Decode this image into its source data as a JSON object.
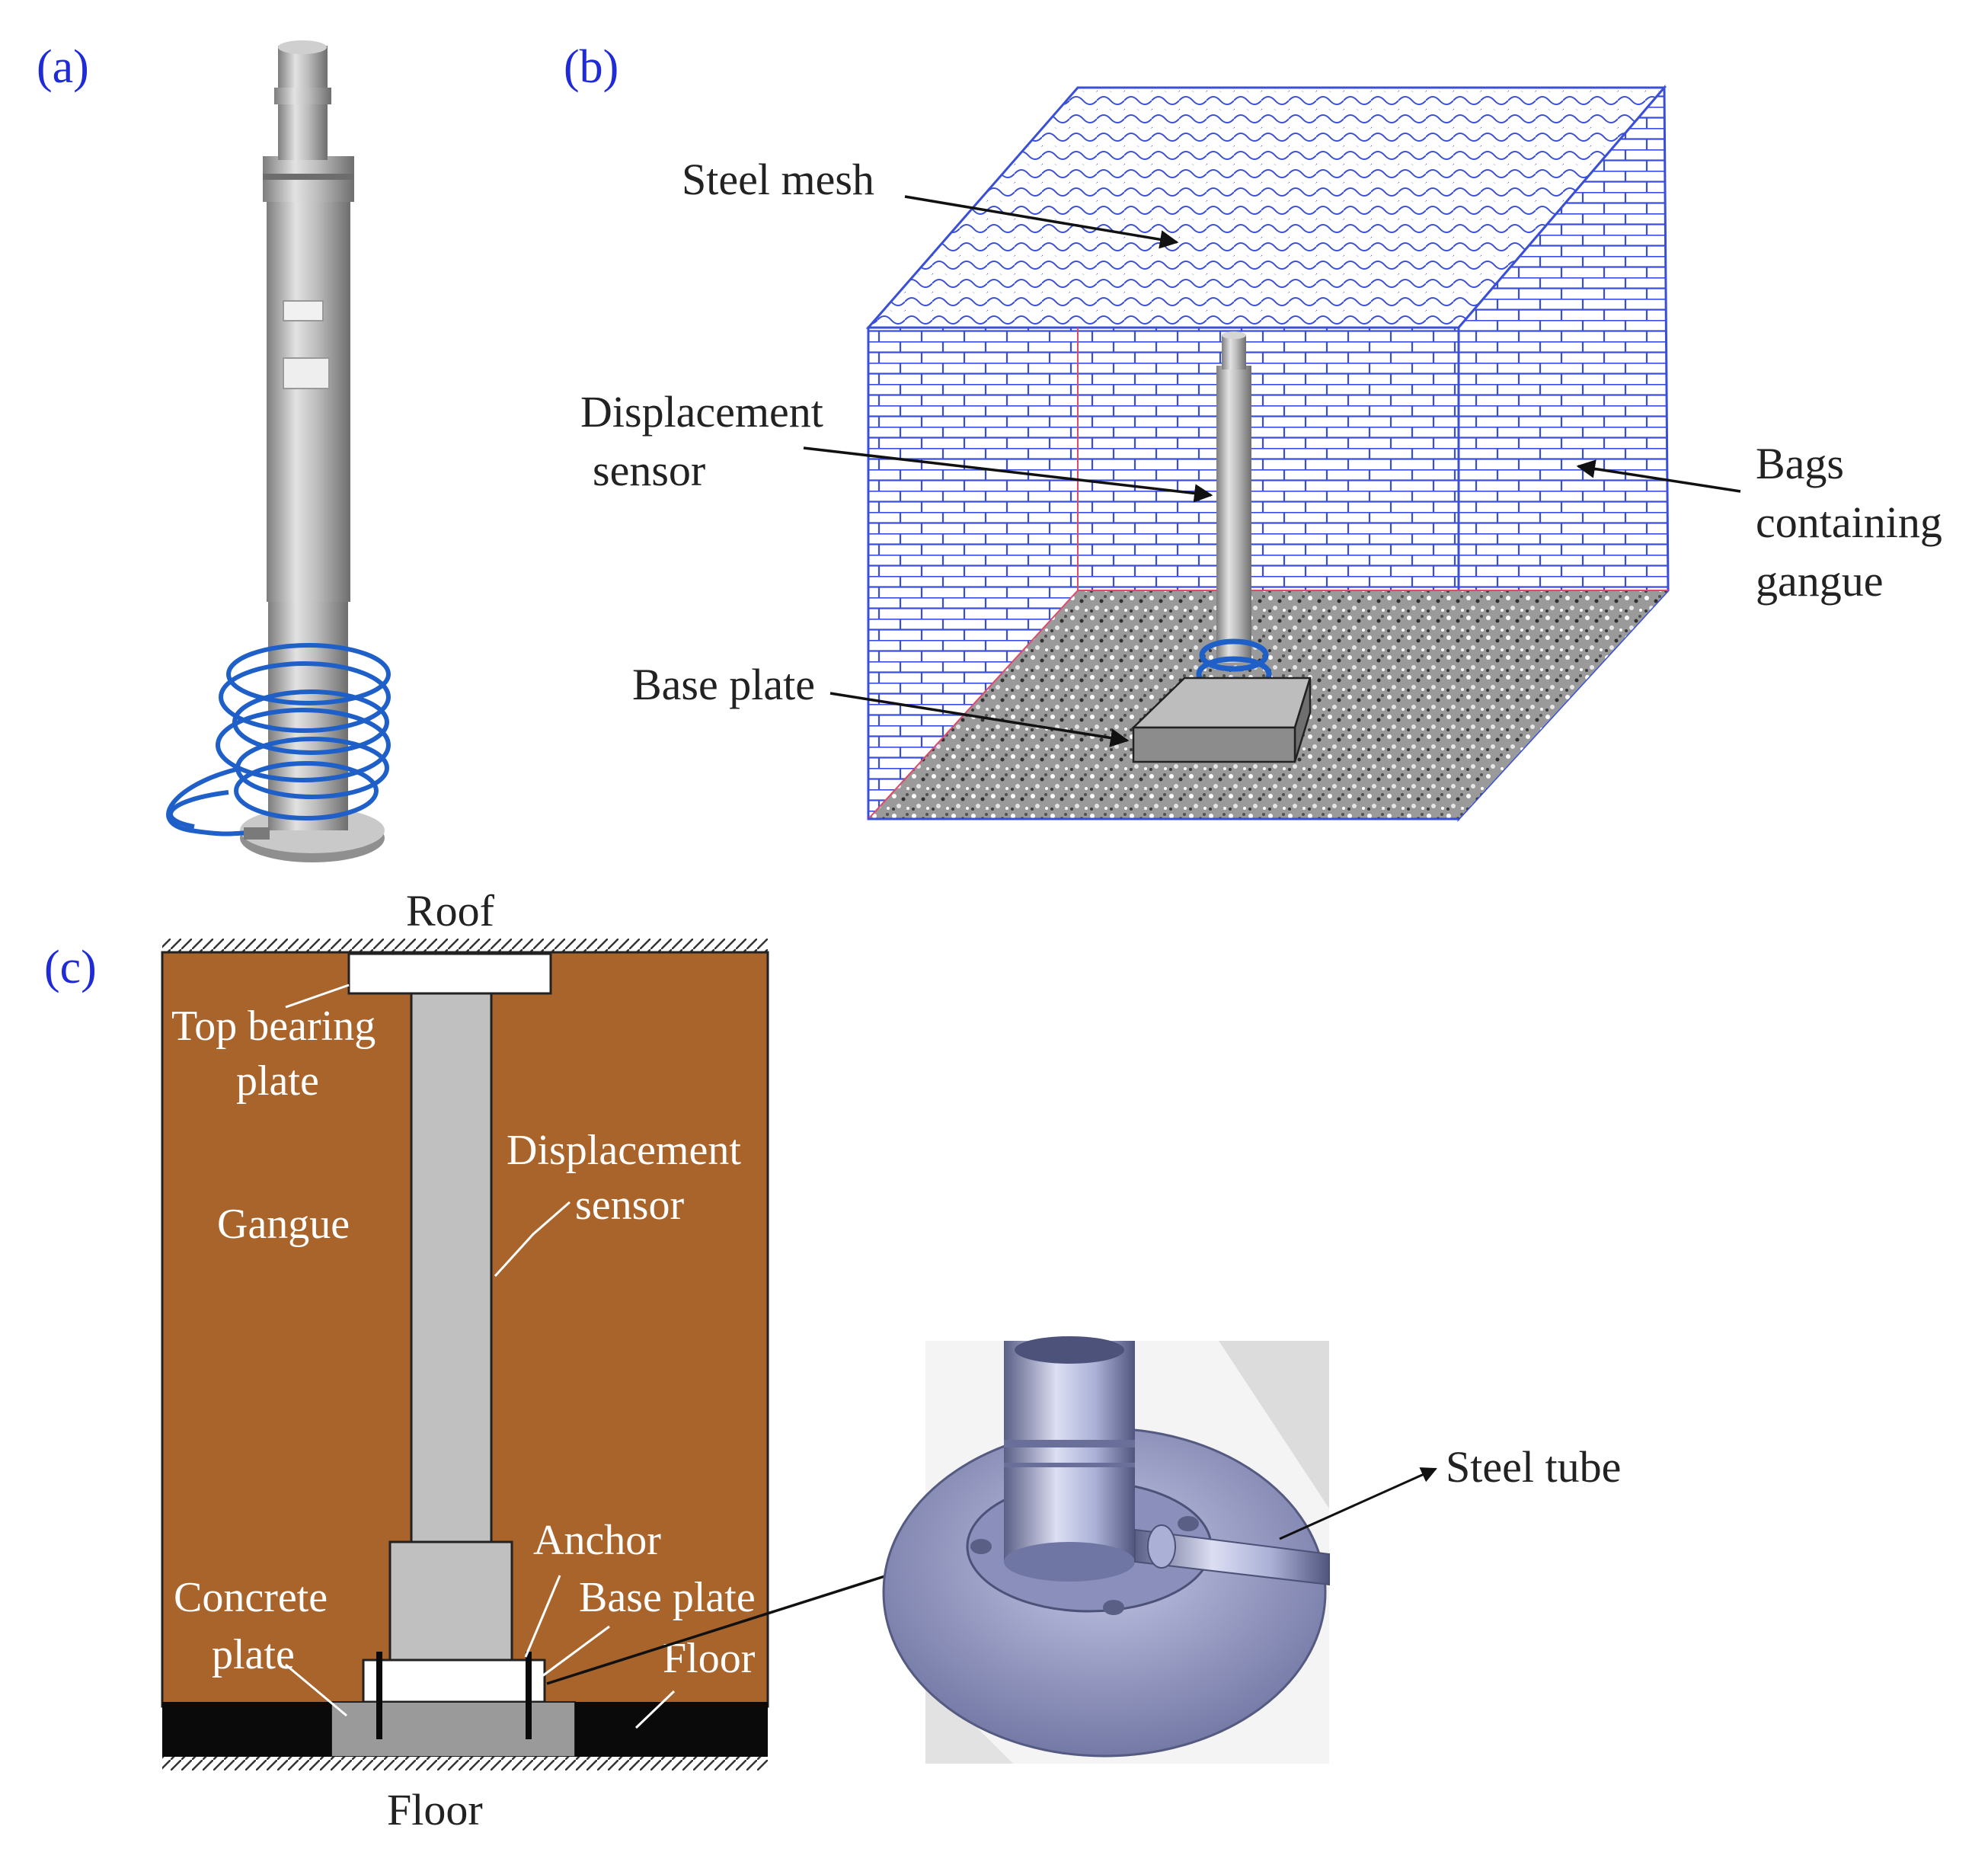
{
  "panels": {
    "a": "(a)",
    "b": "(b)",
    "c": "(c)"
  },
  "panel_b": {
    "steel_mesh": "Steel mesh",
    "displacement_sensor": [
      "Displacement",
      "sensor"
    ],
    "bags_containing_gangue": [
      "Bags",
      "containing",
      "gangue"
    ],
    "base_plate": "Base plate"
  },
  "panel_c": {
    "roof": "Roof",
    "top_bearing_plate": [
      "Top bearing",
      "plate"
    ],
    "gangue": "Gangue",
    "displacement_sensor": [
      "Displacement",
      "sensor"
    ],
    "anchor": "Anchor",
    "base_plate": "Base plate",
    "concrete_plate": [
      "Concrete",
      "plate"
    ],
    "floor_inner": "Floor",
    "floor_bottom": "Floor"
  },
  "detail": {
    "steel_tube": "Steel tube"
  },
  "colors": {
    "panel_label": "#1f2bd6",
    "gangue_fill": "#a9642b",
    "mesh_blue": "#3a4fd8",
    "sensor_gray": "#c0c0c0",
    "cable_blue": "#1f5fc8"
  }
}
